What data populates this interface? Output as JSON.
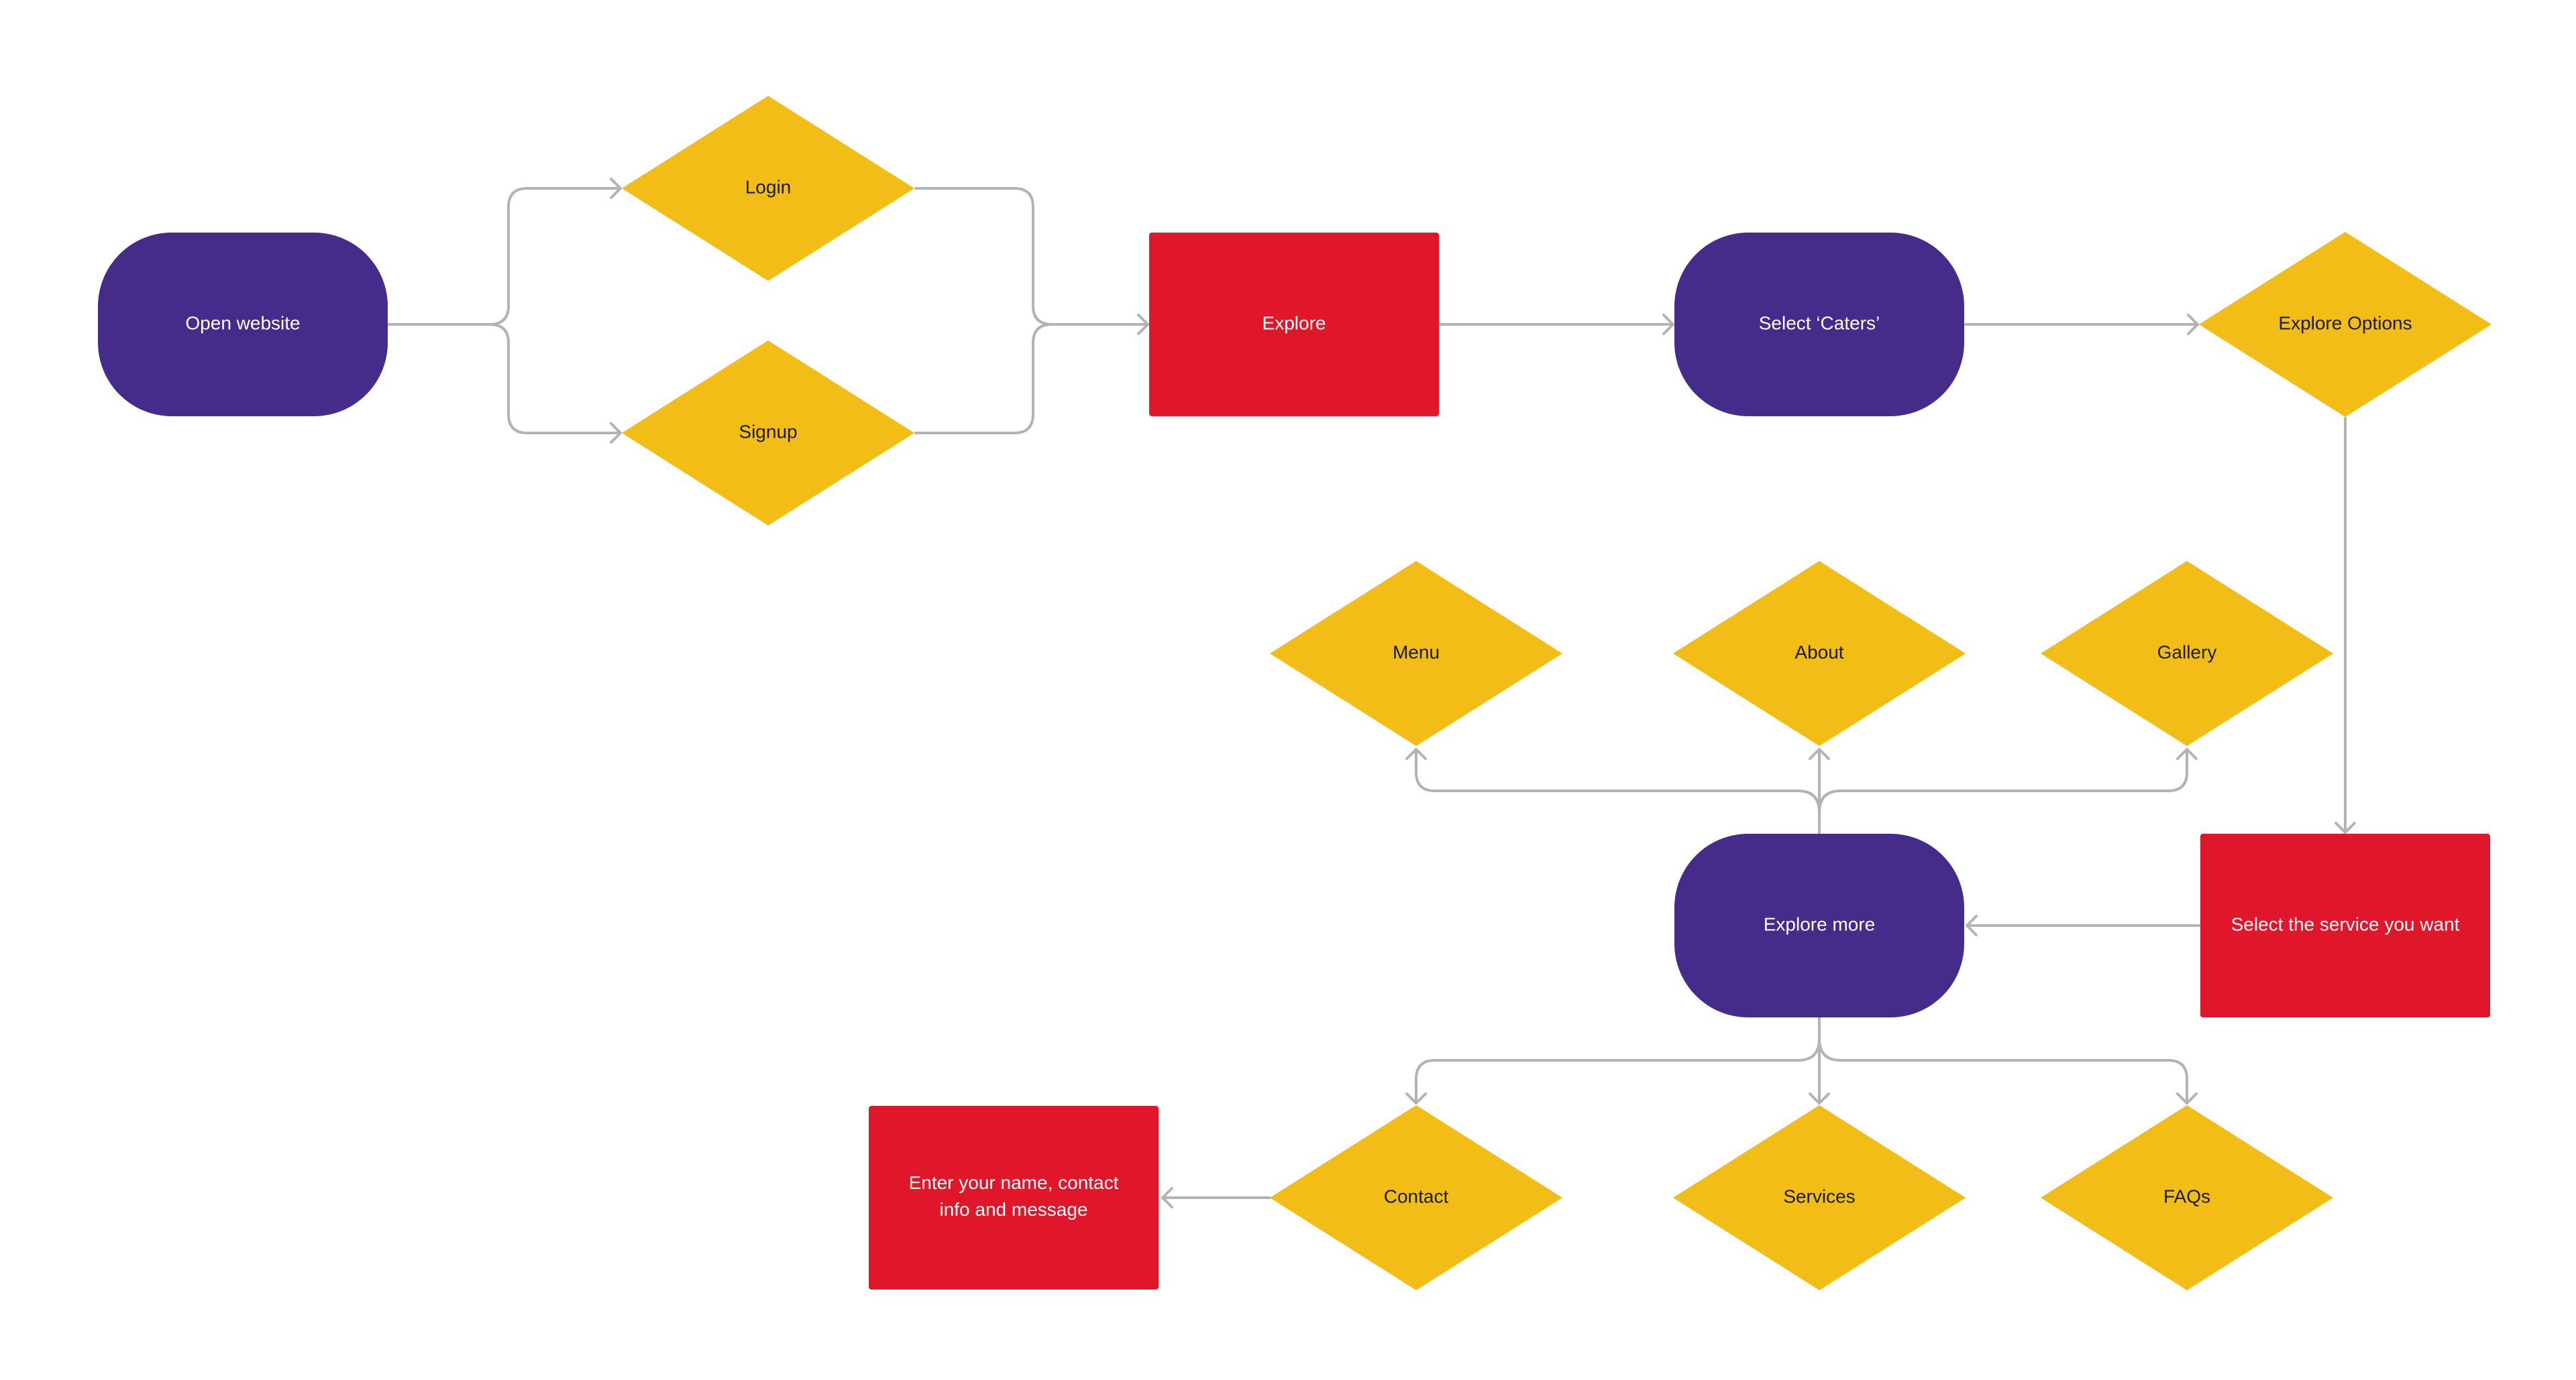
{
  "colors": {
    "terminal": "#452b8a",
    "decision": "#f2bd17",
    "process": "#e0172b",
    "connector": "#b3b3b3",
    "text_light": "#ffffff",
    "text_dark": "#1a1a1a"
  },
  "nodes": [
    {
      "id": "open-website",
      "shape": "terminal",
      "label": "Open  website"
    },
    {
      "id": "login",
      "shape": "decision",
      "label": "Login"
    },
    {
      "id": "signup",
      "shape": "decision",
      "label": "Signup"
    },
    {
      "id": "explore",
      "shape": "process",
      "label": "Explore"
    },
    {
      "id": "select-caters",
      "shape": "terminal",
      "label": "Select ‘Caters’"
    },
    {
      "id": "explore-options",
      "shape": "decision",
      "label": "Explore Options"
    },
    {
      "id": "menu",
      "shape": "decision",
      "label": "Menu"
    },
    {
      "id": "about",
      "shape": "decision",
      "label": "About"
    },
    {
      "id": "gallery",
      "shape": "decision",
      "label": "Gallery"
    },
    {
      "id": "explore-more",
      "shape": "terminal",
      "label": "Explore more"
    },
    {
      "id": "select-service",
      "shape": "process",
      "label": "Select the service you want"
    },
    {
      "id": "enter-details",
      "shape": "process",
      "label": "Enter your name, contact info and message"
    },
    {
      "id": "contact",
      "shape": "decision",
      "label": "Contact"
    },
    {
      "id": "services",
      "shape": "decision",
      "label": "Services"
    },
    {
      "id": "faqs",
      "shape": "decision",
      "label": "FAQs"
    }
  ],
  "edges": [
    {
      "from": "open-website",
      "to": "login"
    },
    {
      "from": "open-website",
      "to": "signup"
    },
    {
      "from": "login",
      "to": "explore"
    },
    {
      "from": "signup",
      "to": "explore"
    },
    {
      "from": "explore",
      "to": "select-caters"
    },
    {
      "from": "select-caters",
      "to": "explore-options"
    },
    {
      "from": "explore-options",
      "to": "select-service"
    },
    {
      "from": "select-service",
      "to": "explore-more"
    },
    {
      "from": "explore-more",
      "to": "menu"
    },
    {
      "from": "explore-more",
      "to": "about"
    },
    {
      "from": "explore-more",
      "to": "gallery"
    },
    {
      "from": "explore-more",
      "to": "contact"
    },
    {
      "from": "explore-more",
      "to": "services"
    },
    {
      "from": "explore-more",
      "to": "faqs"
    },
    {
      "from": "contact",
      "to": "enter-details"
    }
  ]
}
